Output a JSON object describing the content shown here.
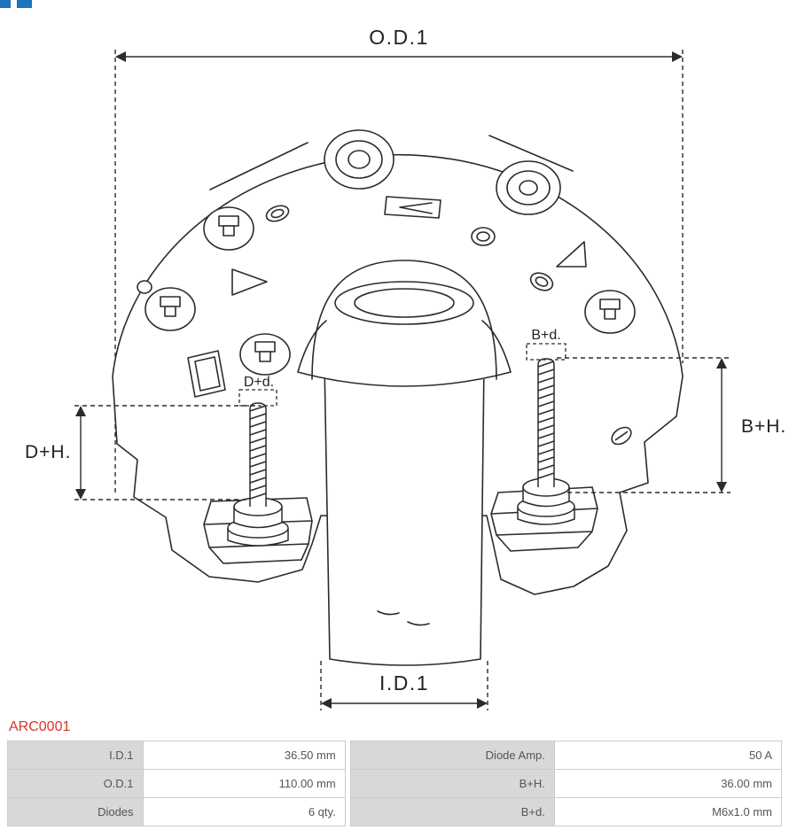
{
  "part_number": "ARC0001",
  "diagram": {
    "labels": {
      "od1": "O.D.1",
      "id1": "I.D.1",
      "dplus_h": "D+H.",
      "bplus_h": "B+H.",
      "dplus_d": "D+d.",
      "bplus_d": "B+d."
    }
  },
  "specs": {
    "left": [
      {
        "label": "I.D.1",
        "value": "36.50 mm"
      },
      {
        "label": "O.D.1",
        "value": "110.00 mm"
      },
      {
        "label": "Diodes",
        "value": "6 qty."
      }
    ],
    "right": [
      {
        "label": "Diode Amp.",
        "value": "50 A"
      },
      {
        "label": "B+H.",
        "value": "36.00 mm"
      },
      {
        "label": "B+d.",
        "value": "M6x1.0 mm"
      }
    ]
  },
  "colors": {
    "part_number_red": "#d9342b",
    "label_cell_bg": "#d8d8d8",
    "table_border": "#cccccc",
    "logo_blue": "#1b74bc",
    "line_color": "#2b2b2b"
  }
}
